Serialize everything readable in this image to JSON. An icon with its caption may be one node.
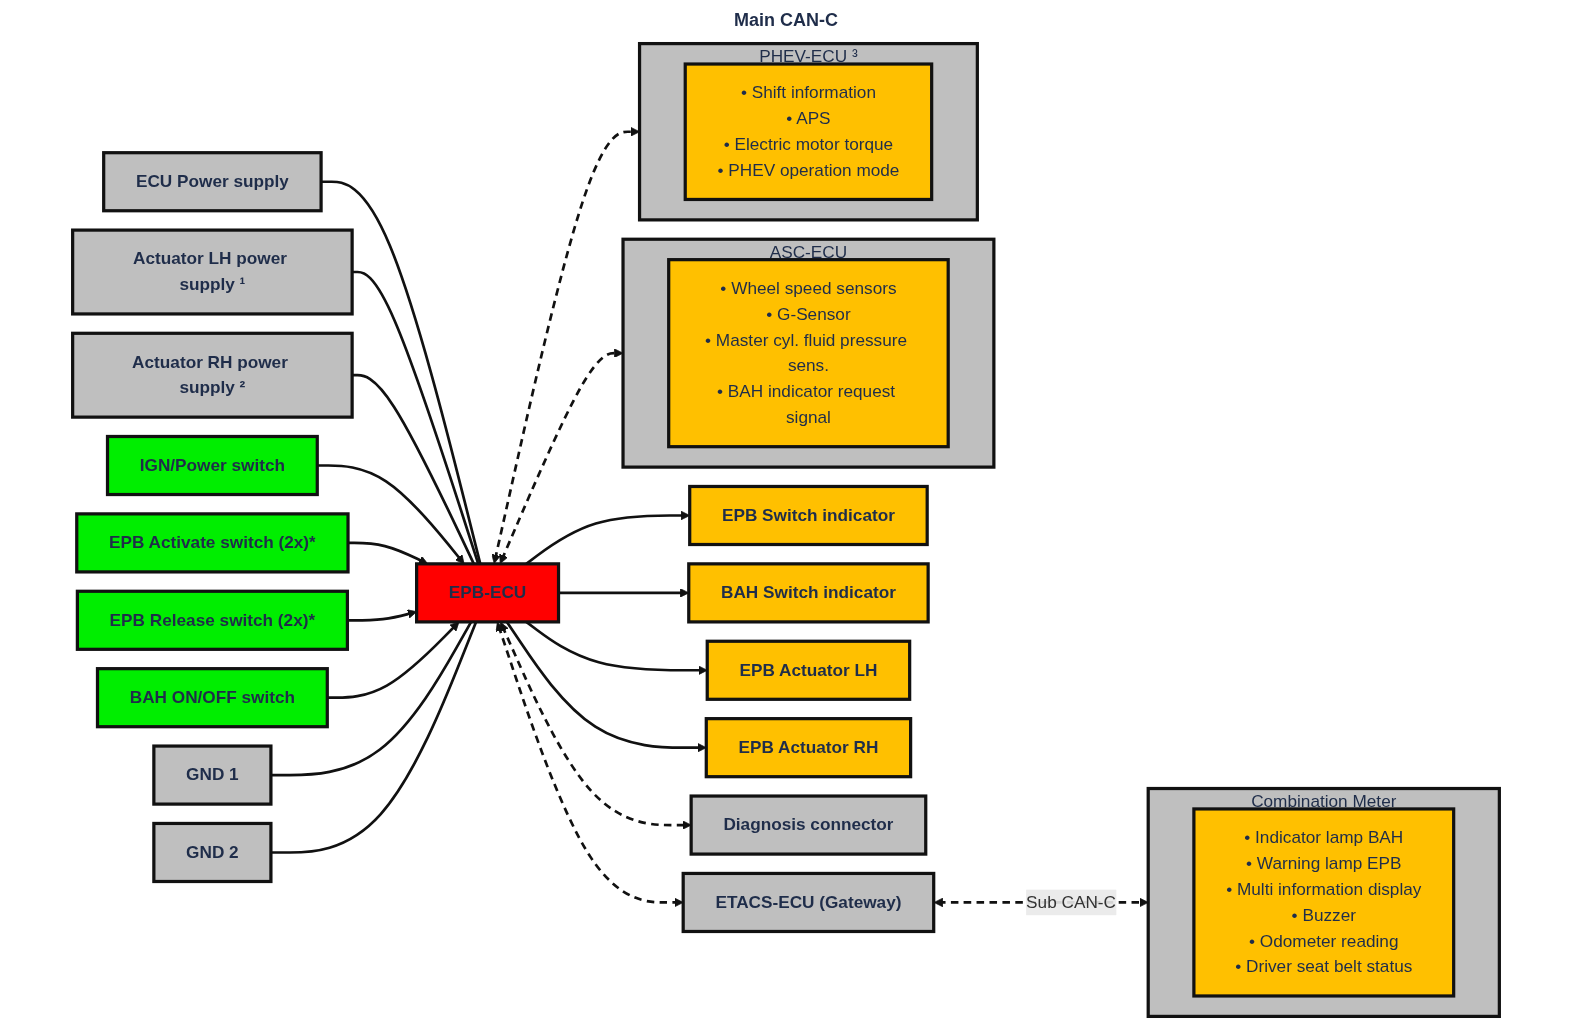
{
  "diagram": {
    "nodes": [
      {
        "text": [
          "ECU Power supply"
        ]
      },
      {
        "text": [
          "Actuator LH power supply ¹"
        ]
      },
      {
        "text": [
          "Actuator RH power supply ²"
        ]
      },
      {
        "text": [
          "IGN/Power switch"
        ]
      },
      {
        "text": [
          "EPB Activate switch (2x)*"
        ]
      },
      {
        "text": [
          "EPB Release switch (2x)*"
        ]
      },
      {
        "text": [
          "EPB Switch indicator"
        ]
      },
      {
        "text": [
          "BAH ON/OFF switch"
        ]
      },
      {
        "text": [
          "BAH Switch indicator"
        ]
      },
      {
        "text": [
          "EPB Actuator LH"
        ]
      },
      {
        "text": [
          "EPB Actuator RH"
        ]
      },
      {
        "text": [
          "GND 1"
        ]
      },
      {
        "text": [
          "GND 2"
        ]
      },
      {
        "text": [
          "EPB-ECU"
        ]
      },
      {
        "text": [
          "Diagnosis connector"
        ]
      },
      {
        "text": [
          "ASC-ECU"
        ]
      },
      {
        "text": [
          "• Wheel speed sensors",
          "• G-Sensor",
          "• Master cyl. fluid pressure sens.",
          "• BAH indicator request signal"
        ],
        "in": 15
      },
      {
        "text": [
          "PHEV-ECU ³"
        ]
      },
      {
        "text": [
          "• Shift information",
          "• APS",
          "• Electric motor torque",
          "• PHEV operation mode"
        ],
        "in": 17
      },
      {
        "text": [
          "ETACS-ECU (Gateway)"
        ]
      },
      {
        "text": [
          "Combination Meter"
        ]
      },
      {
        "text": [
          "• Indicator lamp BAH",
          "• Warning lamp EPB",
          "• Multi information display",
          "• Buzzer",
          "• Odometer reading",
          "• Driver seat belt status"
        ],
        "in": 20
      }
    ],
    "edges": [
      {
        "from": 0,
        "to": 13,
        "arrow": "none"
      },
      {
        "from": 1,
        "to": 13,
        "arrow": "none"
      },
      {
        "from": 2,
        "to": 13,
        "arrow": "none"
      },
      {
        "from": 3,
        "to": 13,
        "arrow": "to"
      },
      {
        "from": 4,
        "to": 13,
        "arrow": "to"
      },
      {
        "from": 5,
        "to": 13,
        "arrow": "to"
      },
      {
        "from": 13,
        "to": 6,
        "arrow": "to"
      },
      {
        "from": 7,
        "to": 13,
        "arrow": "to"
      },
      {
        "from": 13,
        "to": 8,
        "arrow": "to"
      },
      {
        "from": 13,
        "to": 9,
        "arrow": "to"
      },
      {
        "from": 13,
        "to": 10,
        "arrow": "to"
      },
      {
        "from": 11,
        "to": 13,
        "arrow": "none"
      },
      {
        "from": 12,
        "to": 13,
        "arrow": "none"
      },
      {
        "from": 13,
        "to": 14,
        "arrow": "both",
        "style": "dashed"
      },
      {
        "from": 13,
        "to": 15,
        "arrow": "both",
        "style": "dashed"
      },
      {
        "from": 13,
        "to": 17,
        "arrow": "both",
        "style": "dashed"
      },
      {
        "from": 13,
        "to": 19,
        "arrow": "both",
        "style": "dashed"
      },
      {
        "from": 19,
        "to": 20,
        "arrow": "both",
        "style": "dashed",
        "label": "Sub CAN-C"
      }
    ],
    "labels": [
      "Main CAN-C"
    ]
  }
}
